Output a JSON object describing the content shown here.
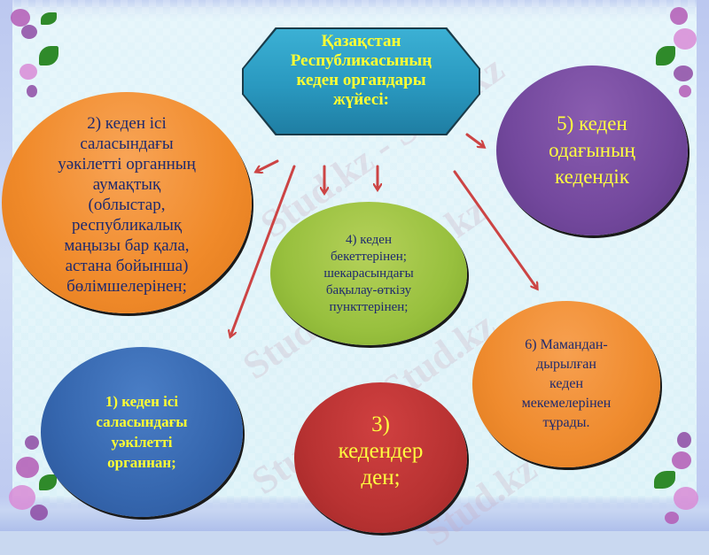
{
  "slide": {
    "background_color": "#dcf2f8",
    "watermark_text": "Stud.kz",
    "watermark_text_long": "Stud.kz - Stud.kz"
  },
  "title": {
    "lines": [
      "Қазақстан",
      "Республикасының",
      "кеден органдары",
      "жүйесі:"
    ],
    "text_color": "#ffff33",
    "fill_color": "#2998bf"
  },
  "nodes": [
    {
      "id": "node-2",
      "lines": [
        "2) кеден ісі",
        "саласындағы",
        "уәкілетті органның",
        "аумақтық",
        "(облыстар,",
        "республикалық",
        "маңызы бар қала,",
        "астана бойынша)",
        "бөлімшелерінен;"
      ],
      "fill_color": "#f08a2a",
      "text_color": "#1f2a6e"
    },
    {
      "id": "node-5",
      "lines": [
        "5) кеден",
        "одағының",
        "кедендік"
      ],
      "fill_color": "#73489d",
      "text_color": "#ffff40"
    },
    {
      "id": "node-4",
      "lines": [
        "4) кеден",
        "бекеттерінен;",
        "шекарасындағы",
        "бақылау-өткізу",
        "пункттерінен;"
      ],
      "fill_color": "#98c03e",
      "text_color": "#1f2a6e"
    },
    {
      "id": "node-6",
      "lines": [
        "6) Мамандан-",
        "дырылған",
        "кеден",
        "мекемелерінен",
        "тұрады."
      ],
      "fill_color": "#ef8b2e",
      "text_color": "#1f2a6e"
    },
    {
      "id": "node-1",
      "lines": [
        "1) кеден ісі",
        "саласындағы",
        "уәкілетті",
        "органнан;"
      ],
      "fill_color": "#3566ae",
      "text_color": "#ffff33"
    },
    {
      "id": "node-3",
      "lines": [
        "3)",
        "кедендер",
        "ден;"
      ],
      "fill_color": "#b83232",
      "text_color": "#ffff40"
    }
  ],
  "arrows": {
    "color": "#cc4444",
    "items": [
      {
        "from": "title",
        "to": "node-2"
      },
      {
        "from": "title",
        "to": "node-1"
      },
      {
        "from": "title",
        "to": "node-4"
      },
      {
        "from": "title",
        "to": "node-4"
      },
      {
        "from": "title",
        "to": "node-5"
      },
      {
        "from": "title",
        "to": "node-6"
      }
    ]
  }
}
